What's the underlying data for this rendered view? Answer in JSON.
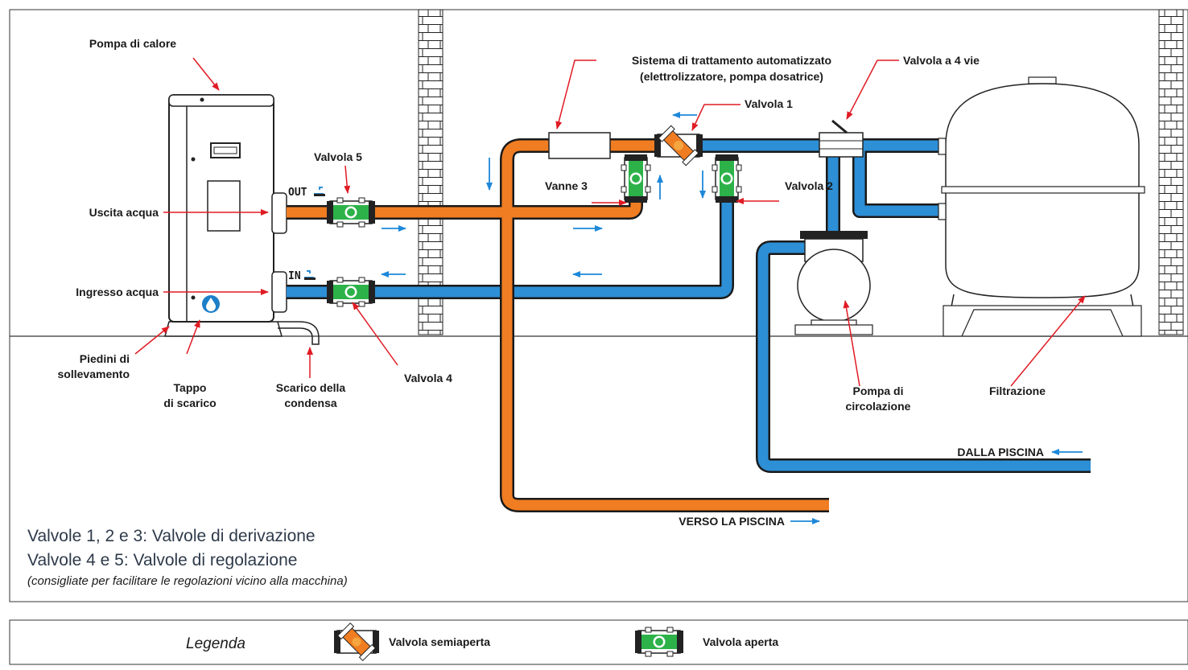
{
  "labels": {
    "heat_pump": "Pompa di calore",
    "water_outlet": "Uscita acqua",
    "water_inlet": "Ingresso acqua",
    "lifting_feet_1": "Piedini di",
    "lifting_feet_2": "sollevamento",
    "drain_plug_1": "Tappo",
    "drain_plug_2": "di scarico",
    "condensate_1": "Scarico della",
    "condensate_2": "condensa",
    "valve_4": "Valvola 4",
    "valve_5": "Valvola 5",
    "treatment_1": "Sistema di trattamento automatizzato",
    "treatment_2": "(elettrolizzatore, pompa dosatrice)",
    "valve_1": "Valvola 1",
    "valve_2": "Valvola 2",
    "valve_3": "Vanne 3",
    "four_way_valve": "Valvola a 4 vie",
    "circulation_pump_1": "Pompa di",
    "circulation_pump_2": "circolazione",
    "filtration": "Filtrazione",
    "from_pool": "DALLA PISCINA",
    "to_pool": "VERSO LA PISCINA",
    "port_out": "OUT",
    "port_in": "IN"
  },
  "notes": {
    "line1": "Valvole 1, 2 e 3: Valvole di derivazione",
    "line2": "Valvole 4 e 5: Valvole di regolazione",
    "line3": "(consigliate per facilitare le regolazioni vicino alla macchina)"
  },
  "legend": {
    "title": "Legenda",
    "half_open": "Valvola semiaperta",
    "open": "Valvola aperta"
  },
  "colors": {
    "hot_pipe": "#f07d22",
    "cold_pipe": "#2d8fd5",
    "valve_green": "#2db24a",
    "arrow_red": "#e01b24",
    "flow_arrow": "#1e88d9",
    "outline": "#1a1a1a"
  },
  "icons": {
    "drain_plug": "droplet-icon",
    "valve_open": "valve-open-icon",
    "valve_half": "valve-half-open-icon"
  }
}
